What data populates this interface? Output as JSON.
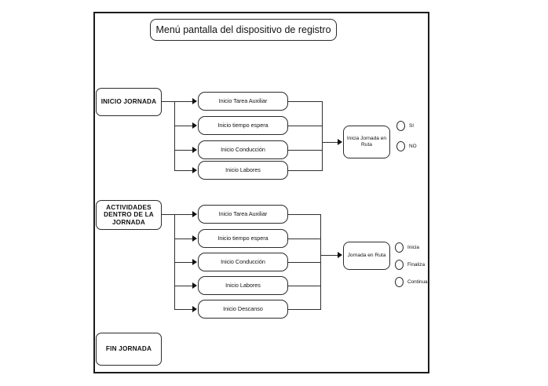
{
  "diagram": {
    "title": "Menú pantalla del dispositivo de registro",
    "frame_color": "#1b1b1b",
    "node_border_color": "#2b2b2b",
    "connector_color": "#2f2f2f"
  },
  "groups": [
    {
      "label": "INICIO  JORNADA",
      "items": [
        "Inicio Tarea Auxiliar",
        "Inicio tiempo espera",
        "Inicio Conducción",
        "Inicio Labores"
      ],
      "target": "Inicia Jornada en Ruta",
      "options": [
        "SI",
        "NO"
      ]
    },
    {
      "label": "ACTIVIDADES DENTRO DE LA JORNADA",
      "items": [
        "Inicio Tarea Auxiliar",
        "Inicio tiempo espera",
        "Inicio Conducción",
        "Inicio Labores",
        "Inicio Descanso"
      ],
      "target": "Jornada en Ruta",
      "options": [
        "Inicia",
        "Finaliza",
        "Continua"
      ]
    }
  ],
  "end_node": {
    "label": "FIN JORNADA"
  }
}
